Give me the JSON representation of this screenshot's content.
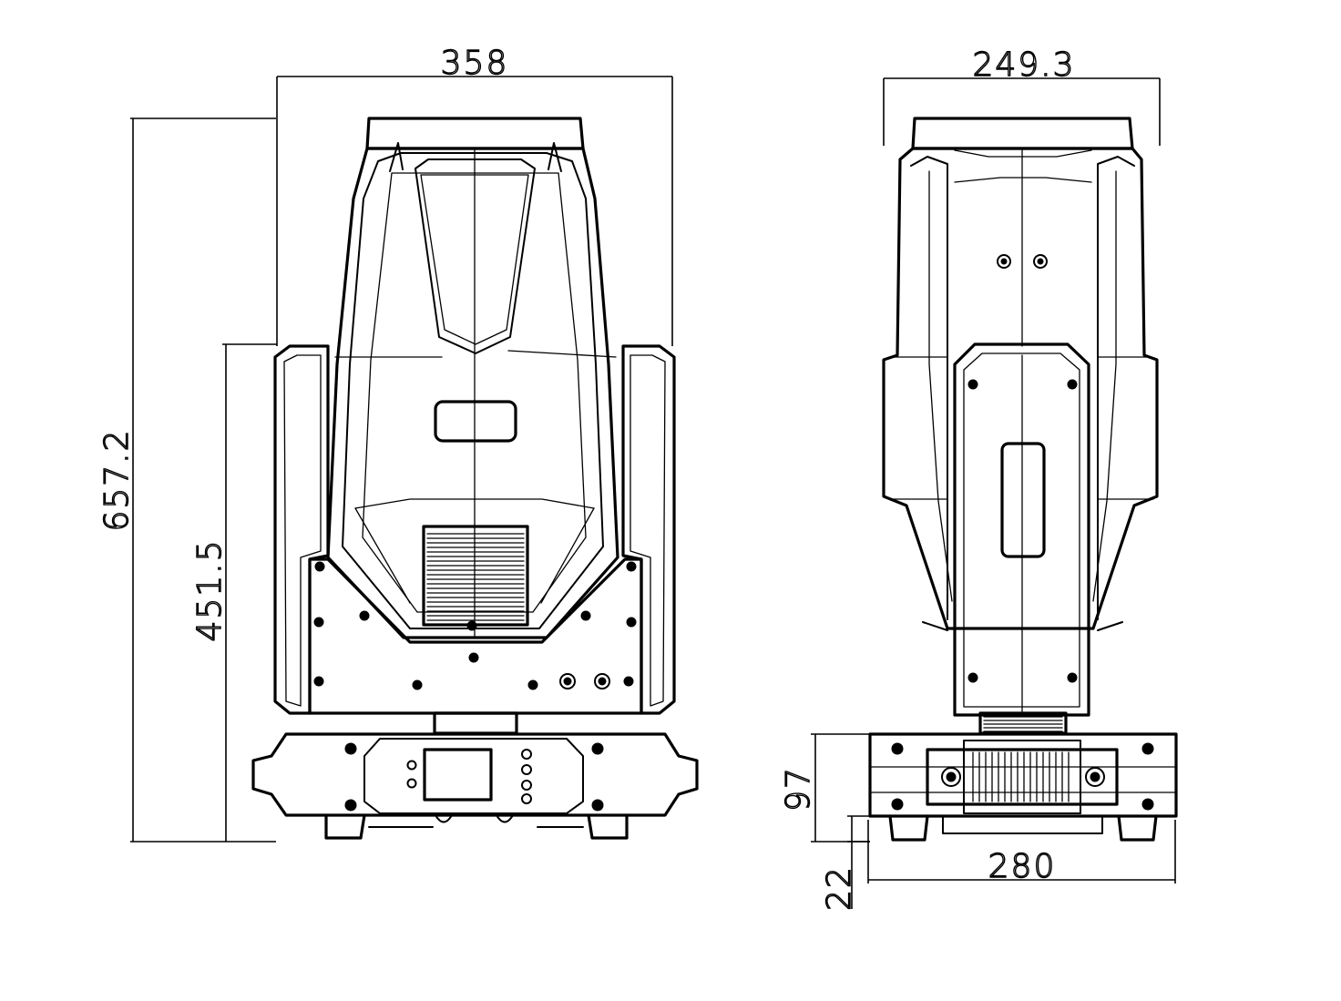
{
  "dimensions": {
    "front_width": "358",
    "front_height": "657.2",
    "front_arm_height": "451.5",
    "side_depth": "249.3",
    "base_width": "280",
    "base_height": "97",
    "foot_height": "22"
  }
}
